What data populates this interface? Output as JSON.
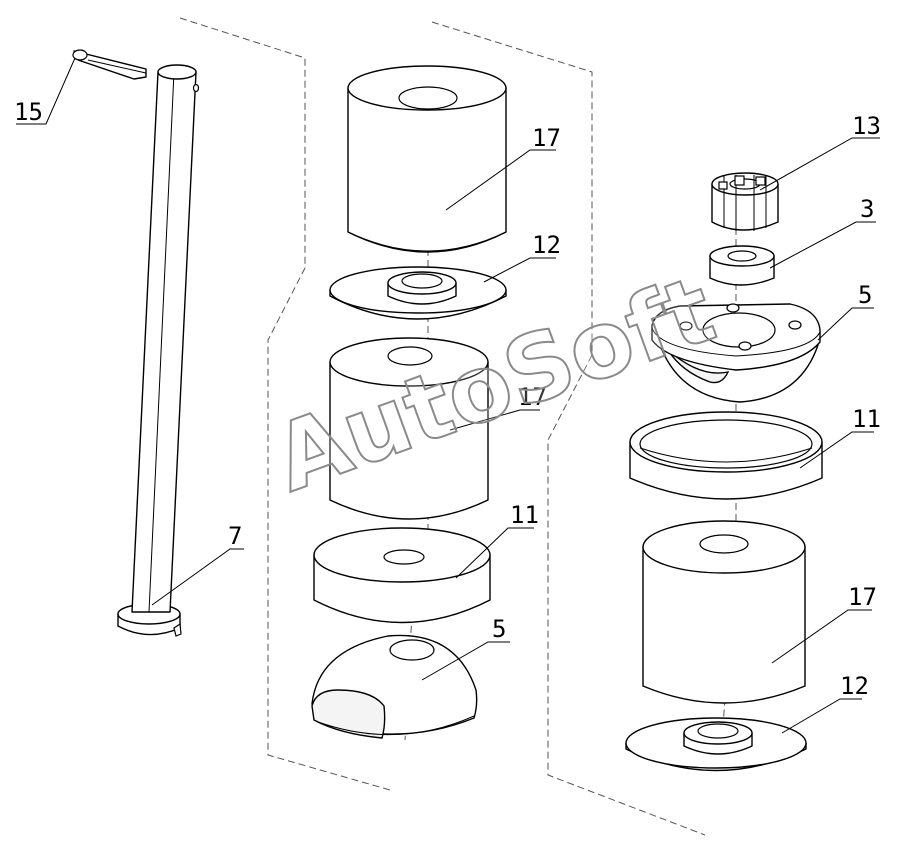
{
  "watermark": "AutoSoft",
  "labels": {
    "pin": "7",
    "cotter": "15",
    "rubber_upper_left": "17",
    "washer_left": "12",
    "rubber_lower_left": "17",
    "cup_left": "11",
    "support_left": "5",
    "nut": "13",
    "bushing": "3",
    "support_right": "5",
    "cup_right": "11",
    "rubber_right": "17",
    "washer_right": "12"
  }
}
